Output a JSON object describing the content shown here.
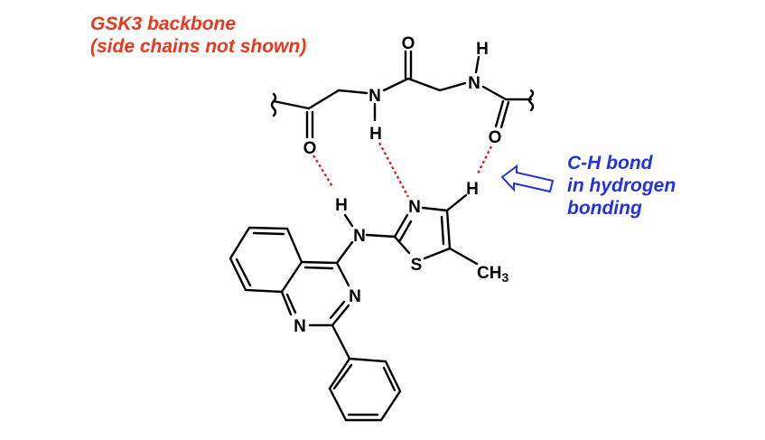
{
  "labels": {
    "backbone_line1": "GSK3 backbone",
    "backbone_line2": "(side chains not shown)",
    "ch_line1": "C-H bond",
    "ch_line2": "in hydrogen",
    "ch_line3": "bonding"
  },
  "atoms": {
    "O": "O",
    "N": "N",
    "H": "H",
    "S": "S",
    "CH": "CH",
    "sub3": "3"
  },
  "colors": {
    "backbone_label": "#e8391d",
    "ch_label": "#2233dd",
    "hbond": "#d4232a"
  }
}
